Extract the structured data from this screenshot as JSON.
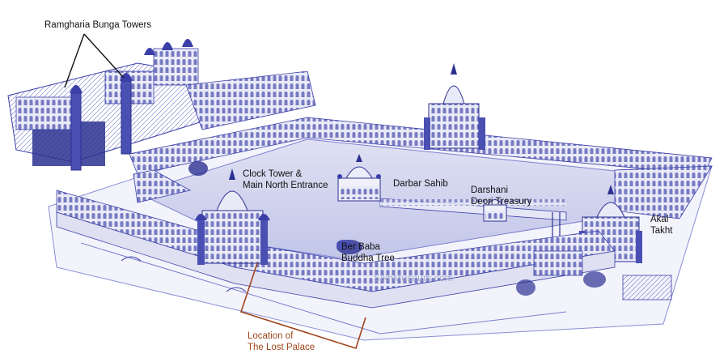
{
  "labels": {
    "ramgharia": "Ramgharia Bunga Towers",
    "clock_tower": [
      "Clock Tower &",
      "Main North Entrance"
    ],
    "darbar_sahib": "Darbar Sahib",
    "darshani": [
      "Darshani",
      "Deori Treasury"
    ],
    "akal_takht": [
      "Akal",
      "Takht"
    ],
    "ber_baba": [
      "Ber Baba",
      "Buddha Tree"
    ],
    "lost_palace": [
      "Location of",
      "The Lost Palace"
    ]
  },
  "watermark": "SikhMuseum.com",
  "colors": {
    "ink": "#3a3fa8",
    "ink_light": "#7b80cf",
    "water": "#c9ccea",
    "label": "#111111",
    "callout": "#a0441c"
  }
}
